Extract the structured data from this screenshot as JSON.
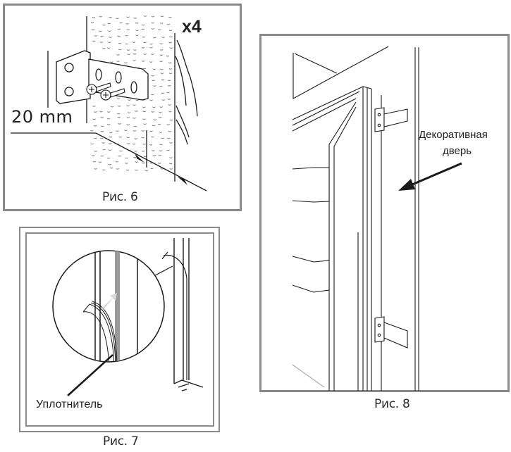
{
  "document": {
    "language": "ru",
    "figures": [
      {
        "id": "fig6",
        "caption": "Рис. 6",
        "labels": {
          "distance": "20 mm",
          "quantity": "x4"
        },
        "icon": "mounting-bracket-screws-icon"
      },
      {
        "id": "fig7",
        "caption": "Рис. 7",
        "labels": {
          "part": "Уплотнитель"
        },
        "icon": "door-seal-magnifier-icon"
      },
      {
        "id": "fig8",
        "caption": "Рис. 8",
        "labels": {
          "part_line1": "Декоративная",
          "part_line2": "дверь"
        },
        "icon": "decorative-door-hinge-icon"
      }
    ]
  },
  "colors": {
    "frame": "#8a8a8a",
    "line": "#1a1a1a",
    "seal_strip": "#9a9a9a"
  }
}
